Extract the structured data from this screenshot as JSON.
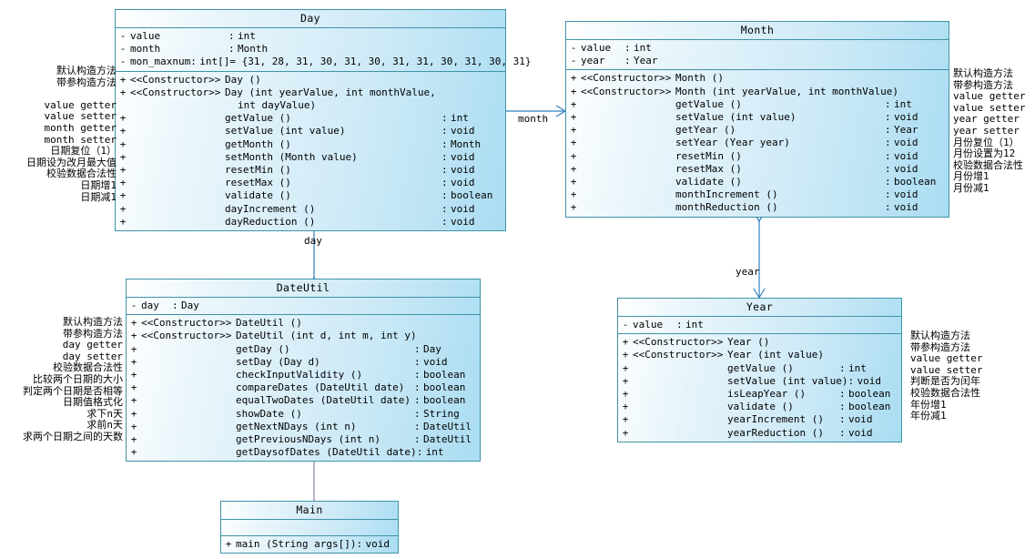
{
  "diagram": {
    "type": "uml-class-diagram",
    "classes": [
      {
        "id": "day",
        "name": "Day",
        "attributes": [
          {
            "vis": "-",
            "name": "value",
            "type": "int",
            "default": ""
          },
          {
            "vis": "-",
            "name": "month",
            "type": "Month",
            "default": ""
          },
          {
            "vis": "-",
            "name": "mon_maxnum",
            "type": "int[]",
            "default": "= {31, 28, 31, 30, 31, 30, 31, 31, 30, 31, 30, 31}"
          }
        ],
        "methods": [
          {
            "vis": "+",
            "stereo": "<<Constructor>>",
            "sig": "Day ()",
            "type": ""
          },
          {
            "vis": "+",
            "stereo": "<<Constructor>>",
            "sig": "Day (int yearValue, int monthValue,",
            "type": ""
          },
          {
            "vis": "",
            "stereo": "",
            "sig": "int dayValue)",
            "type": ""
          },
          {
            "vis": "+",
            "stereo": "",
            "sig": "getValue ()",
            "type": "int"
          },
          {
            "vis": "+",
            "stereo": "",
            "sig": "setValue (int value)",
            "type": "void"
          },
          {
            "vis": "+",
            "stereo": "",
            "sig": "getMonth ()",
            "type": "Month"
          },
          {
            "vis": "+",
            "stereo": "",
            "sig": "setMonth (Month value)",
            "type": "void"
          },
          {
            "vis": "+",
            "stereo": "",
            "sig": "resetMin ()",
            "type": "void"
          },
          {
            "vis": "+",
            "stereo": "",
            "sig": "resetMax ()",
            "type": "void"
          },
          {
            "vis": "+",
            "stereo": "",
            "sig": "validate ()",
            "type": "boolean"
          },
          {
            "vis": "+",
            "stereo": "",
            "sig": "dayIncrement ()",
            "type": "void"
          },
          {
            "vis": "+",
            "stereo": "",
            "sig": "dayReduction ()",
            "type": "void"
          }
        ]
      },
      {
        "id": "month",
        "name": "Month",
        "attributes": [
          {
            "vis": "-",
            "name": "value",
            "type": "int",
            "default": ""
          },
          {
            "vis": "-",
            "name": "year",
            "type": "Year",
            "default": ""
          }
        ],
        "methods": [
          {
            "vis": "+",
            "stereo": "<<Constructor>>",
            "sig": "Month ()",
            "type": ""
          },
          {
            "vis": "+",
            "stereo": "<<Constructor>>",
            "sig": "Month (int yearValue, int monthValue)",
            "type": ""
          },
          {
            "vis": "+",
            "stereo": "",
            "sig": "getValue ()",
            "type": "int"
          },
          {
            "vis": "+",
            "stereo": "",
            "sig": "setValue (int value)",
            "type": "void"
          },
          {
            "vis": "+",
            "stereo": "",
            "sig": "getYear ()",
            "type": "Year"
          },
          {
            "vis": "+",
            "stereo": "",
            "sig": "setYear (Year year)",
            "type": "void"
          },
          {
            "vis": "+",
            "stereo": "",
            "sig": "resetMin ()",
            "type": "void"
          },
          {
            "vis": "+",
            "stereo": "",
            "sig": "resetMax ()",
            "type": "void"
          },
          {
            "vis": "+",
            "stereo": "",
            "sig": "validate ()",
            "type": "boolean"
          },
          {
            "vis": "+",
            "stereo": "",
            "sig": "monthIncrement ()",
            "type": "void"
          },
          {
            "vis": "+",
            "stereo": "",
            "sig": "monthReduction ()",
            "type": "void"
          }
        ]
      },
      {
        "id": "dateutil",
        "name": "DateUtil",
        "attributes": [
          {
            "vis": "-",
            "name": "day",
            "type": "Day",
            "default": ""
          }
        ],
        "methods": [
          {
            "vis": "+",
            "stereo": "<<Constructor>>",
            "sig": "DateUtil ()",
            "type": ""
          },
          {
            "vis": "+",
            "stereo": "<<Constructor>>",
            "sig": "DateUtil (int d, int m, int y)",
            "type": ""
          },
          {
            "vis": "+",
            "stereo": "",
            "sig": "getDay ()",
            "type": "Day"
          },
          {
            "vis": "+",
            "stereo": "",
            "sig": "setDay (Day d)",
            "type": "void"
          },
          {
            "vis": "+",
            "stereo": "",
            "sig": "checkInputValidity ()",
            "type": "boolean"
          },
          {
            "vis": "+",
            "stereo": "",
            "sig": "compareDates (DateUtil date)",
            "type": "boolean"
          },
          {
            "vis": "+",
            "stereo": "",
            "sig": "equalTwoDates (DateUtil date)",
            "type": "boolean"
          },
          {
            "vis": "+",
            "stereo": "",
            "sig": "showDate ()",
            "type": "String"
          },
          {
            "vis": "+",
            "stereo": "",
            "sig": "getNextNDays (int n)",
            "type": "DateUtil"
          },
          {
            "vis": "+",
            "stereo": "",
            "sig": "getPreviousNDays (int n)",
            "type": "DateUtil"
          },
          {
            "vis": "+",
            "stereo": "",
            "sig": "getDaysofDates (DateUtil date)",
            "type": "int"
          }
        ]
      },
      {
        "id": "year",
        "name": "Year",
        "attributes": [
          {
            "vis": "-",
            "name": "value",
            "type": "int",
            "default": ""
          }
        ],
        "methods": [
          {
            "vis": "+",
            "stereo": "<<Constructor>>",
            "sig": "Year ()",
            "type": ""
          },
          {
            "vis": "+",
            "stereo": "<<Constructor>>",
            "sig": "Year (int value)",
            "type": ""
          },
          {
            "vis": "+",
            "stereo": "",
            "sig": "getValue ()",
            "type": "int"
          },
          {
            "vis": "+",
            "stereo": "",
            "sig": "setValue (int value)",
            "type": "void"
          },
          {
            "vis": "+",
            "stereo": "",
            "sig": "isLeapYear ()",
            "type": "boolean"
          },
          {
            "vis": "+",
            "stereo": "",
            "sig": "validate ()",
            "type": "boolean"
          },
          {
            "vis": "+",
            "stereo": "",
            "sig": "yearIncrement ()",
            "type": "void"
          },
          {
            "vis": "+",
            "stereo": "",
            "sig": "yearReduction ()",
            "type": "void"
          }
        ]
      },
      {
        "id": "main",
        "name": "Main",
        "attributes": [],
        "methods": [
          {
            "vis": "+",
            "stereo": "",
            "sig": "main (String args[])",
            "type": "void"
          }
        ]
      }
    ],
    "relations": [
      {
        "id": "day-month",
        "label": "month",
        "from": "Day",
        "to": "Month",
        "kind": "aggregation-directed"
      },
      {
        "id": "dateutil-day",
        "label": "day",
        "from": "DateUtil",
        "to": "Day",
        "kind": "aggregation-directed"
      },
      {
        "id": "month-year",
        "label": "year",
        "from": "Month",
        "to": "Year",
        "kind": "aggregation-directed"
      },
      {
        "id": "main-dateutil",
        "label": "",
        "from": "Main",
        "to": "DateUtil",
        "kind": "dependency"
      }
    ]
  },
  "notes": {
    "day": [
      "默认构造方法",
      "带参构造方法",
      "",
      "value getter",
      "value setter",
      "month getter",
      "month setter",
      "日期复位（1）",
      "日期设为改月最大值",
      "校验数据合法性",
      "日期增1",
      "日期减1"
    ],
    "month": [
      "默认构造方法",
      "带参构造方法",
      "value getter",
      "value setter",
      "year getter",
      "year setter",
      "月份复位（1）",
      "月份设置为12",
      "校验数据合法性",
      "月份增1",
      "月份减1"
    ],
    "dateutil": [
      "默认构造方法",
      "带参构造方法",
      "day getter",
      "day setter",
      "校验数据合法性",
      "比较两个日期的大小",
      "判定两个日期是否相等",
      "日期值格式化",
      "求下n天",
      "求前n天",
      "求两个日期之间的天数"
    ],
    "year": [
      "默认构造方法",
      "带参构造方法",
      "value getter",
      "value setter",
      "判断是否为闰年",
      "校验数据合法性",
      "年份增1",
      "年份减1"
    ]
  },
  "colors": {
    "border": "#3f93a8",
    "fill_light": "#ffffff",
    "fill_mid": "#cfeaf7",
    "fill_dark": "#aaddf2",
    "connector": "#2f7fbf",
    "dependency": "#8f7fa8",
    "text": "#000000"
  }
}
